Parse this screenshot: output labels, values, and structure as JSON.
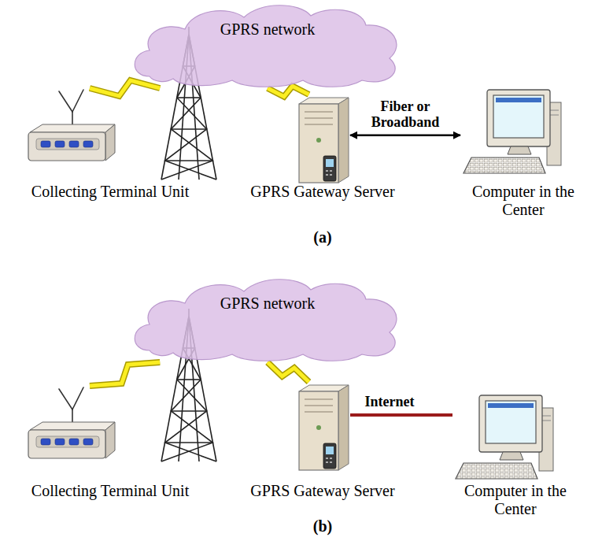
{
  "diagram": {
    "nodes": [
      {
        "text": [
          "GPRS network"
        ]
      },
      {
        "text": [
          "Collecting Terminal Unit"
        ]
      },
      {
        "text": [
          "GPRS Gateway Server"
        ]
      },
      {
        "text": [
          "Computer in the Center"
        ]
      },
      {
        "text": [
          "GPRS network"
        ]
      },
      {
        "text": [
          "Collecting Terminal Unit"
        ]
      },
      {
        "text": [
          "GPRS Gateway Server"
        ]
      },
      {
        "text": [
          "Computer in the Center"
        ]
      }
    ],
    "edges": [
      {
        "from": 1,
        "to": 0,
        "arrow": "none"
      },
      {
        "from": 0,
        "to": 2,
        "arrow": "none"
      },
      {
        "from": 2,
        "to": 3,
        "arrow": "both",
        "label": "Fiber or Broadband"
      },
      {
        "from": 5,
        "to": 4,
        "arrow": "none"
      },
      {
        "from": 4,
        "to": 6,
        "arrow": "none"
      },
      {
        "from": 6,
        "to": 7,
        "arrow": "none",
        "label": "Internet"
      }
    ],
    "labels": [
      "(a)",
      "(b)"
    ]
  }
}
